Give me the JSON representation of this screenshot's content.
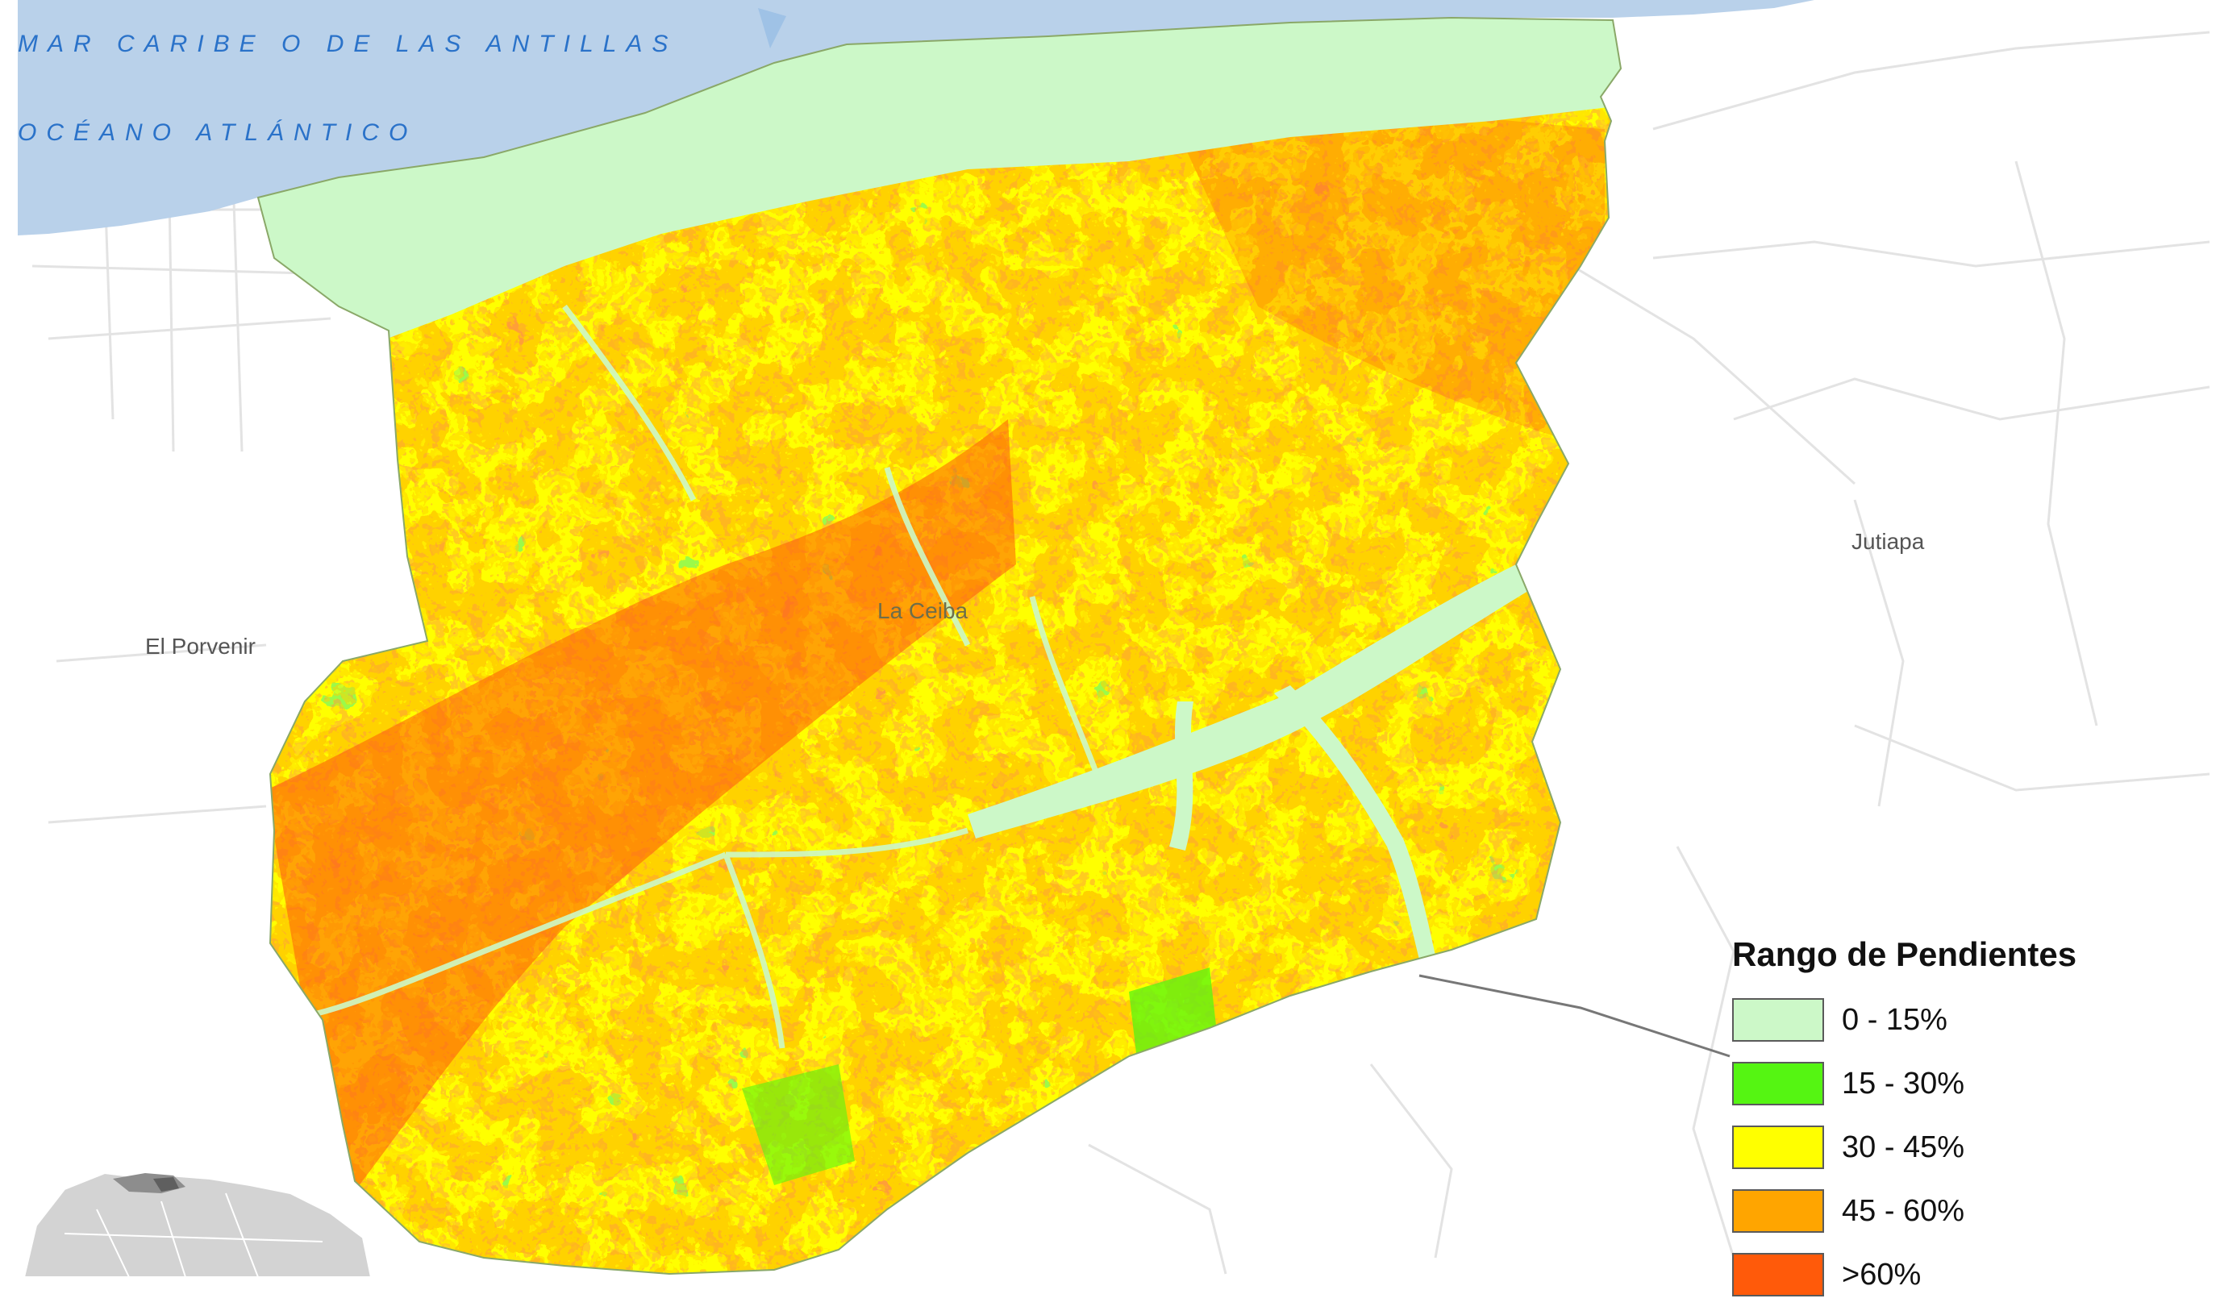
{
  "map": {
    "sea_labels": [
      "MAR CARIBE O DE LAS ANTILLAS",
      "OCÉANO ATLÁNTICO"
    ],
    "places": {
      "center": "La Ceiba",
      "west": "El Porvenir",
      "east": "Jutiapa"
    },
    "colors": {
      "sea": "#b9d1ea",
      "land_outside": "#ffffff",
      "roads": "#e2e2e2",
      "inset_country": "#d3d3d3",
      "inset_highlight": "#5f5f5f"
    }
  },
  "legend": {
    "title": "Rango de Pendientes",
    "classes": [
      {
        "label": "0 - 15%",
        "color": "#ccf8c8"
      },
      {
        "label": "15 - 30%",
        "color": "#55f512"
      },
      {
        "label": "30 - 45%",
        "color": "#ffff00"
      },
      {
        "label": "45 - 60%",
        "color": "#ffa500"
      },
      {
        "label": ">60%",
        "color": "#ff5a0a"
      }
    ]
  }
}
